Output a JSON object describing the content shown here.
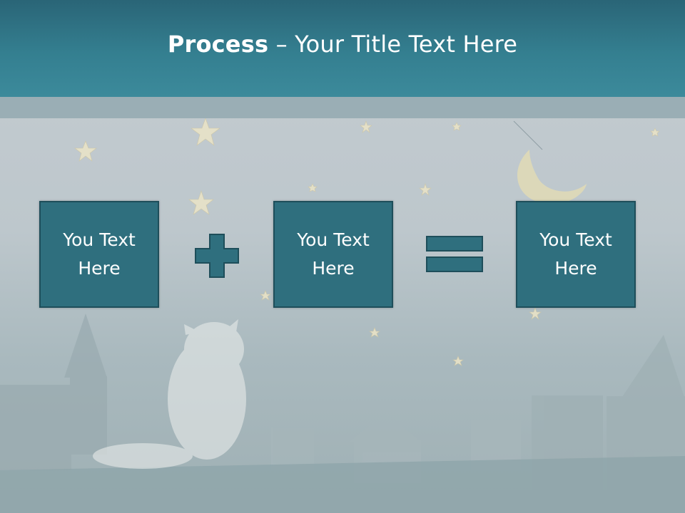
{
  "slide": {
    "title_bold": "Process",
    "title_rest": " – Your Title Text Here"
  },
  "boxes": [
    {
      "label": "You Text\nHere"
    },
    {
      "label": "You Text\nHere"
    },
    {
      "label": "You Text\nHere"
    }
  ],
  "operators": [
    "plus",
    "equals"
  ],
  "colors": {
    "header": "#347f90",
    "box_fill": "#2f6f7e",
    "box_border": "#1e4e5a",
    "operator": "#2f6f7e"
  }
}
